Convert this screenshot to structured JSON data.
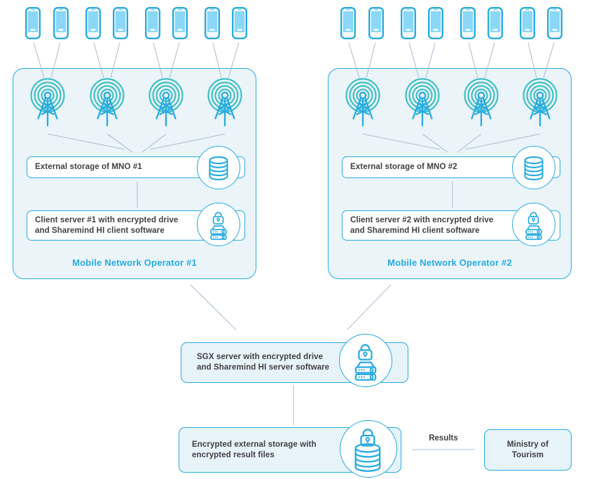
{
  "colors": {
    "primary_blue": "#29ABE2",
    "teal": "#3FC0C6",
    "group_fill": "#EAF4F9",
    "node_fill": "#E6F3F9",
    "phone_screen": "#8BD7F8",
    "connector_line": "#AEC1D3",
    "text": "#414042"
  },
  "mno_groups": [
    {
      "title": "Mobile Network Operator #1",
      "phones_count": 8,
      "towers_count": 4,
      "external_storage": {
        "label": "External storage of MNO #1",
        "icon": "database-icon"
      },
      "client_server": {
        "line1": "Client server #1 with encrypted drive",
        "line2": "and Sharemind HI client software",
        "icon": "lock-server-icon"
      }
    },
    {
      "title": "Mobile Network Operator #2",
      "phones_count": 8,
      "towers_count": 4,
      "external_storage": {
        "label": "External storage of MNO #2",
        "icon": "database-icon"
      },
      "client_server": {
        "line1": "Client server #2 with encrypted drive",
        "line2": "and Sharemind HI client software",
        "icon": "lock-server-icon"
      }
    }
  ],
  "sgx_server": {
    "line1": "SGX server with encrypted drive",
    "line2": "and Sharemind HI server software",
    "icon": "lock-server-icon"
  },
  "encrypted_storage": {
    "line1": "Encrypted external storage with",
    "line2": "encrypted result files",
    "icon": "lock-database-icon"
  },
  "results_label": "Results",
  "ministry": {
    "line1": "Ministry of",
    "line2": "Tourism"
  }
}
